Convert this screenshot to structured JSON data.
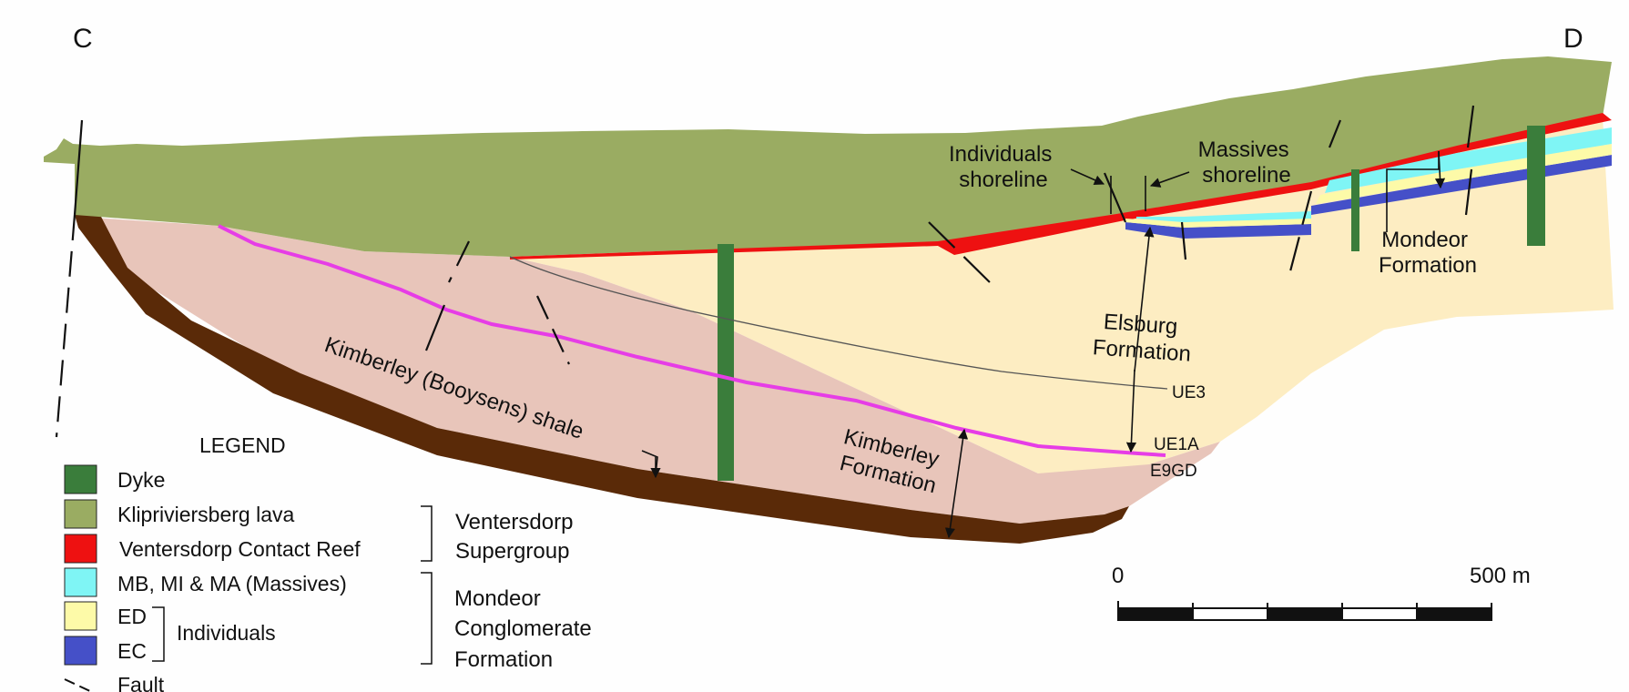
{
  "section": {
    "start_label": "C",
    "end_label": "D",
    "colors": {
      "dyke": "#3a7d3b",
      "lava": "#9aac62",
      "vcr": "#ee1111",
      "massives": "#7ff5f5",
      "ed": "#fdfaa8",
      "ec": "#4550c8",
      "elsburg": "#fdedc2",
      "kimberley": "#e8c5ba",
      "shale_base": "#5a2a08",
      "marker": "#e63de6"
    }
  },
  "annotations": {
    "individuals_shoreline_line1": "Individuals",
    "individuals_shoreline_line2": "shoreline",
    "massives_shoreline_line1": "Massives",
    "massives_shoreline_line2": "shoreline",
    "mondeor_line1": "Mondeor",
    "mondeor_line2": "Formation",
    "elsburg_line1": "Elsburg",
    "elsburg_line2": "Formation",
    "ue3": "UE3",
    "ue1a": "UE1A",
    "e9gd": "E9GD",
    "kimberley_line1": "Kimberley",
    "kimberley_line2": "Formation",
    "booysens": "Kimberley (Booysens) shale"
  },
  "scale_bar": {
    "start_label": "0",
    "end_label": "500 m"
  },
  "legend": {
    "title": "LEGEND",
    "items": [
      {
        "label": "Dyke"
      },
      {
        "label": "Klipriviersberg lava"
      },
      {
        "label": "Ventersdorp Contact Reef"
      },
      {
        "label": "MB, MI & MA (Massives)"
      },
      {
        "label": "ED"
      },
      {
        "label": "EC"
      },
      {
        "label": "Fault"
      }
    ],
    "individuals_label": "Individuals",
    "group1_line1": "Ventersdorp",
    "group1_line2": "Supergroup",
    "group2_line1": "Mondeor",
    "group2_line2": "Conglomerate",
    "group2_line3": "Formation"
  }
}
